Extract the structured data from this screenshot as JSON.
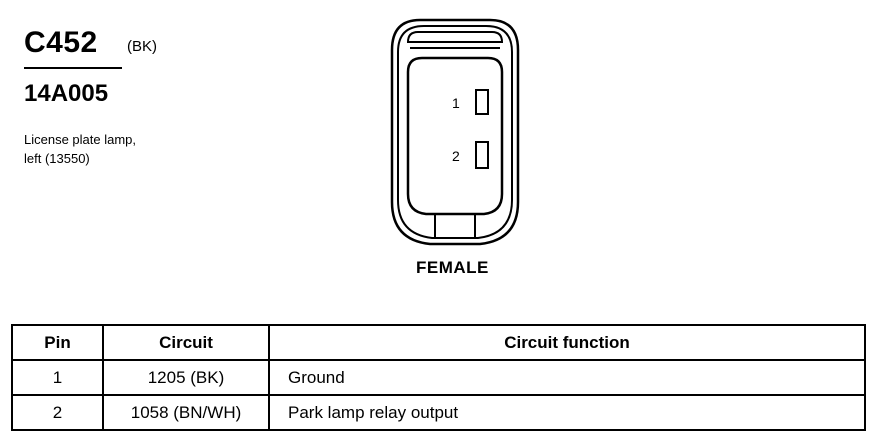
{
  "connector": {
    "id": "C452",
    "color_code": "(BK)",
    "part_number": "14A005",
    "description_line1": "License plate lamp,",
    "description_line2": "left (13550)",
    "gender": "FEMALE",
    "pin_labels": [
      "1",
      "2"
    ]
  },
  "table": {
    "headers": [
      "Pin",
      "Circuit",
      "Circuit function"
    ],
    "rows": [
      {
        "pin": "1",
        "circuit": "1205 (BK)",
        "function": "Ground"
      },
      {
        "pin": "2",
        "circuit": "1058 (BN/WH)",
        "function": "Park lamp relay output"
      }
    ]
  }
}
